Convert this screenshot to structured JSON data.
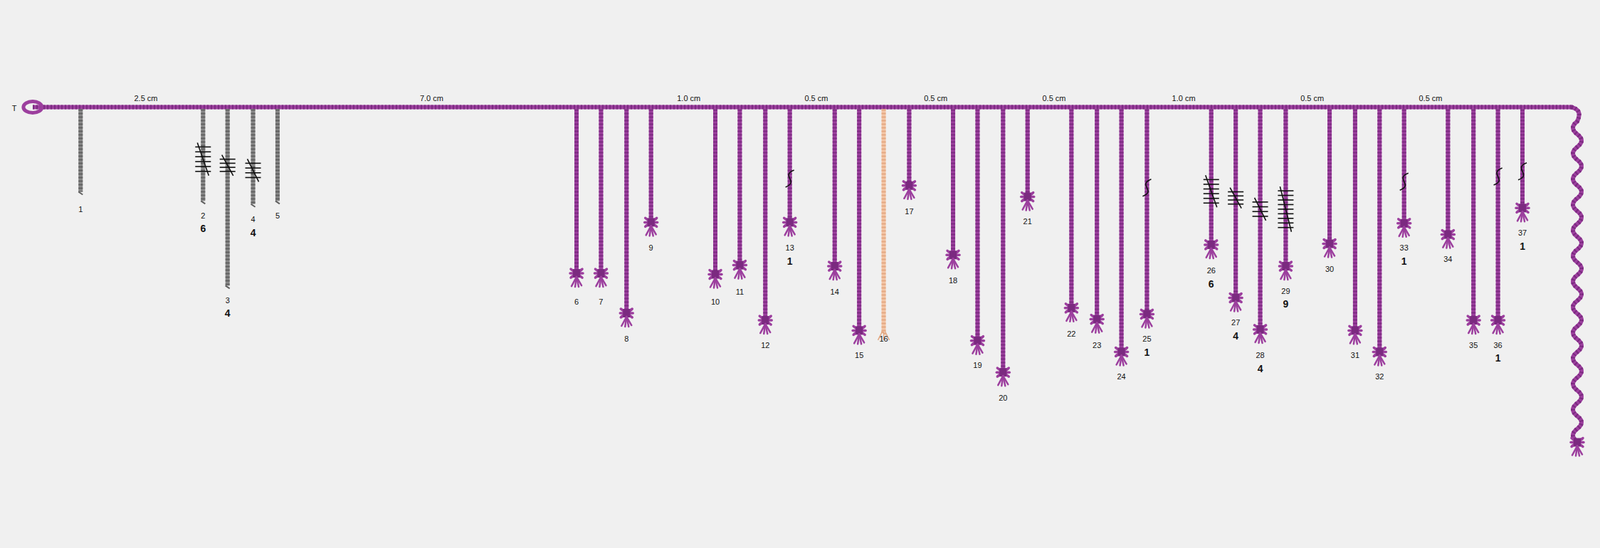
{
  "diagram": {
    "labels": [
      "T",
      "2.5 cm",
      "7.0 cm",
      "1.0 cm",
      "0.5 cm",
      "0.5 cm",
      "0.5 cm",
      "1.0 cm",
      "0.5 cm",
      "0.5 cm",
      "1",
      "2",
      "6",
      "3",
      "4",
      "4",
      "4",
      "5",
      "6",
      "7",
      "8",
      "9",
      "10",
      "11",
      "12",
      "13",
      "1",
      "14",
      "15",
      "16",
      "17",
      "18",
      "19",
      "20",
      "21",
      "22",
      "23",
      "24",
      "25",
      "1",
      "26",
      "6",
      "27",
      "4",
      "28",
      "4",
      "29",
      "9",
      "30",
      "31",
      "32",
      "33",
      "1",
      "34",
      "35",
      "36",
      "1",
      "37",
      "1"
    ]
  }
}
